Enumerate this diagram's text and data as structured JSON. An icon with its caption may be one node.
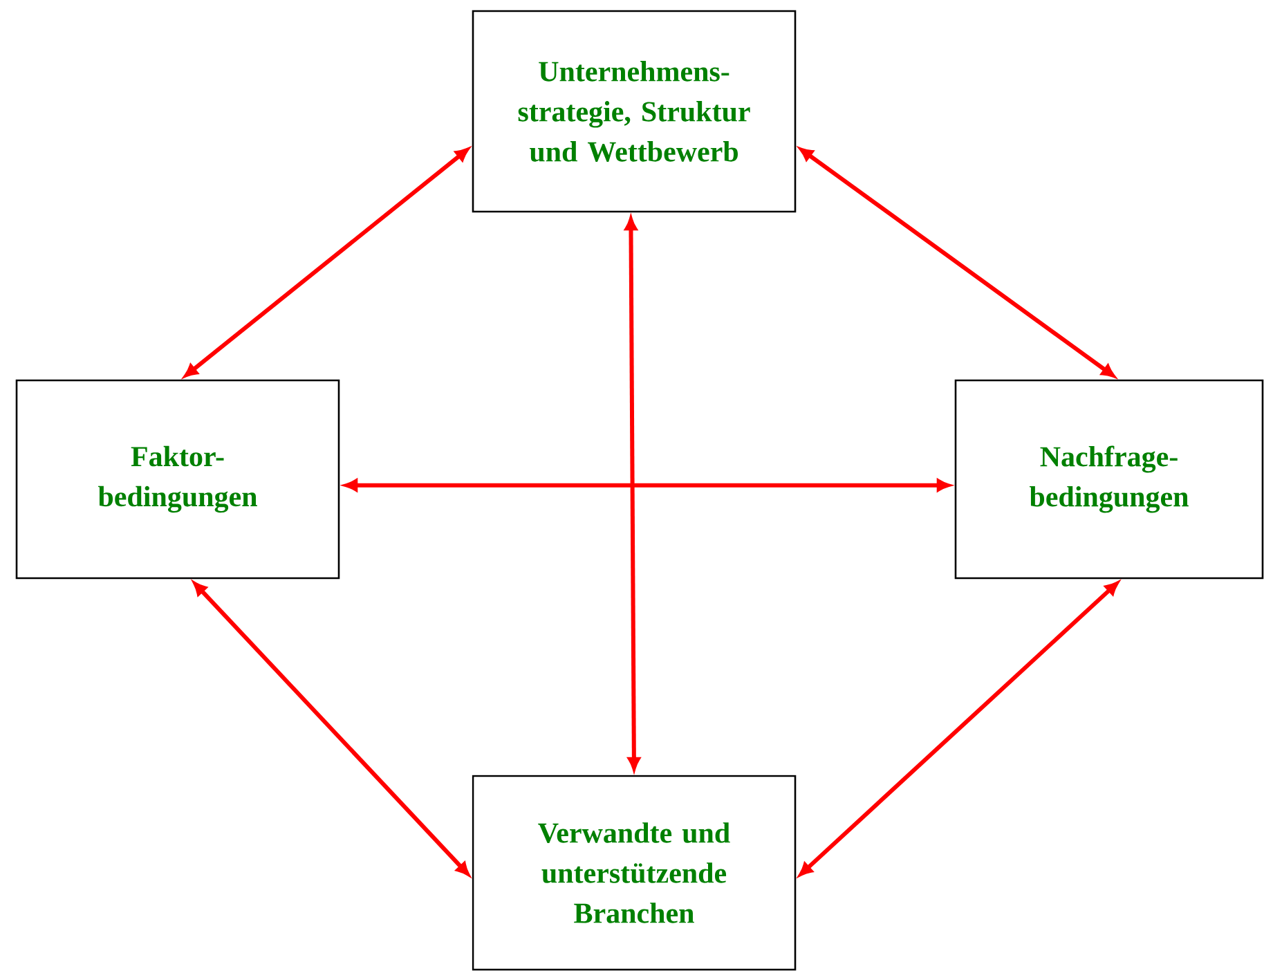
{
  "diagram": {
    "nodes": [
      {
        "text": [
          "Unternehmens- strategie, Struktur und Wettbewerb"
        ]
      },
      {
        "text": [
          "Faktor- bedingungen"
        ]
      },
      {
        "text": [
          "Nachfrage- bedingungen"
        ]
      },
      {
        "text": [
          "Verwandte und unterstützende Branchen"
        ]
      }
    ],
    "edges": [
      {
        "from": 0,
        "to": 1,
        "arrow": "both"
      },
      {
        "from": 0,
        "to": 2,
        "arrow": "both"
      },
      {
        "from": 0,
        "to": 3,
        "arrow": "both"
      },
      {
        "from": 1,
        "to": 2,
        "arrow": "both"
      },
      {
        "from": 1,
        "to": 3,
        "arrow": "both"
      },
      {
        "from": 2,
        "to": 3,
        "arrow": "both"
      }
    ]
  }
}
